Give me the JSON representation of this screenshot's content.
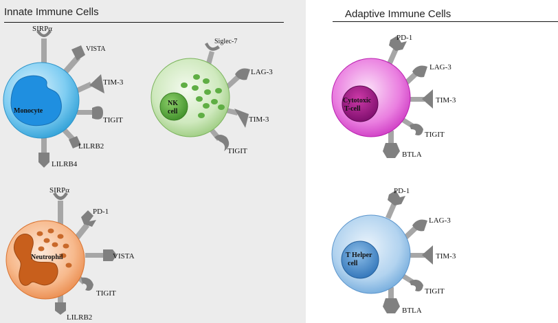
{
  "panels": {
    "innate": {
      "title": "Innate Immune Cells"
    },
    "adaptive": {
      "title": "Adaptive Immune Cells"
    }
  },
  "cells": {
    "monocyte": {
      "name": "Monocyte",
      "receptors": {
        "sirpa": "SIRPα",
        "vista": "VISTA",
        "tim3": "TIM-3",
        "tigit": "TIGIT",
        "lilrb2": "LILRB2",
        "lilrb4": "LILRB4"
      }
    },
    "nk": {
      "name_line1": "NK",
      "name_line2": "cell",
      "receptors": {
        "siglec7": "Siglec-7",
        "lag3": "LAG-3",
        "tim3": "TIM-3",
        "tigit": "TIGIT"
      }
    },
    "neutrophil": {
      "name": "Neutrophil",
      "receptors": {
        "sirpa": "SIRPα",
        "pd1": "PD-1",
        "vista": "VISTA",
        "tigit": "TIGIT",
        "lilrb2": "LILRB2"
      }
    },
    "cytotoxic": {
      "name_line1": "Cytotoxic",
      "name_line2": "T-cell",
      "receptors": {
        "pd1": "PD-1",
        "lag3": "LAG-3",
        "tim3": "TIM-3",
        "tigit": "TIGIT",
        "btla": "BTLA"
      }
    },
    "helper": {
      "name_line1": "T Helper",
      "name_line2": "cell",
      "receptors": {
        "pd1": "PD-1",
        "lag3": "LAG-3",
        "tim3": "TIM-3",
        "tigit": "TIGIT",
        "btla": "BTLA"
      }
    }
  },
  "colors": {
    "innate_bg": "#ececec",
    "monocyte": "#3fb2e8",
    "nk": "#a6d58b",
    "neutrophil": "#f0955a",
    "cytotoxic": "#d433c9",
    "helper": "#6aa8dc",
    "receptor_stalk": "#a6a6a6",
    "receptor_head": "#808080"
  }
}
